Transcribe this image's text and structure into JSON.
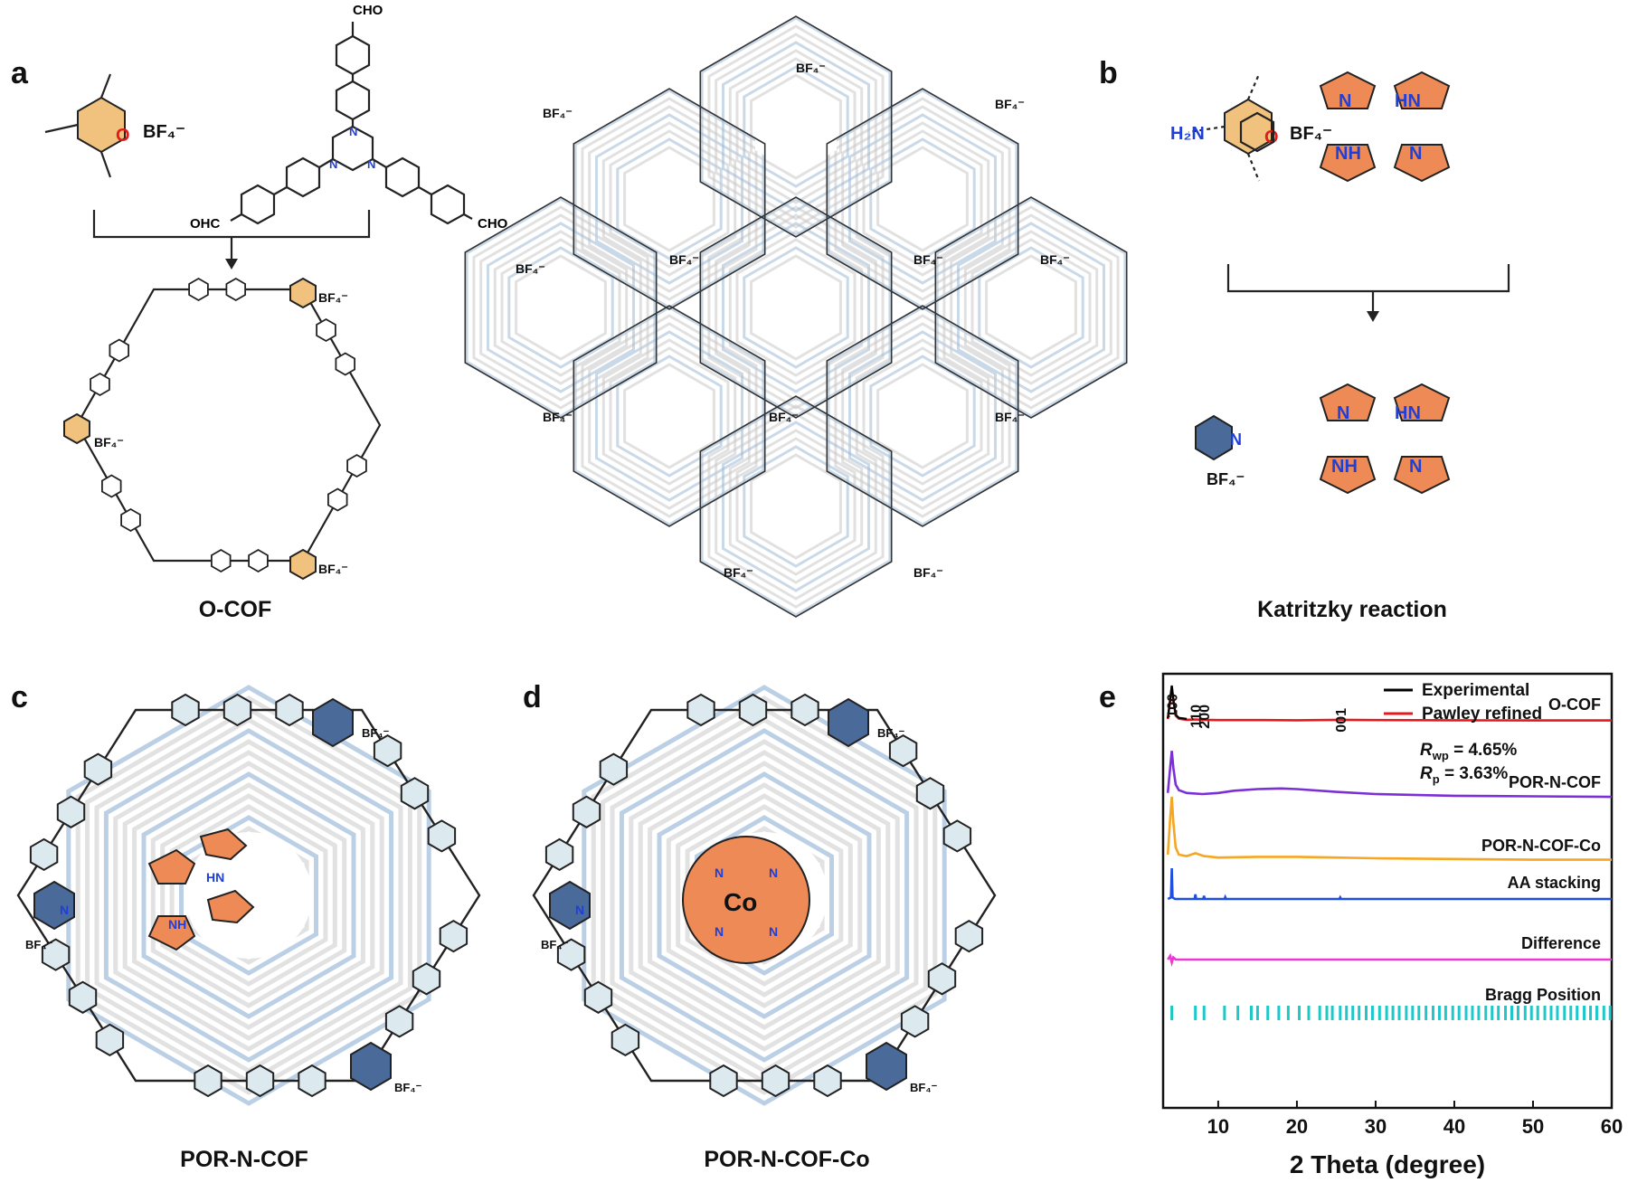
{
  "panels": {
    "a": {
      "letter": "a",
      "caption": "O-COF",
      "labels": {
        "bf4": "BF₄⁻",
        "cho": "CHO",
        "ohc": "OHC",
        "o_plus": "O",
        "n": "N"
      }
    },
    "b": {
      "letter": "b",
      "caption": "Katritzky reaction",
      "labels": {
        "bf4": "BF₄⁻",
        "h2n": "H₂N",
        "n": "N",
        "hn": "HN",
        "nh": "NH"
      }
    },
    "c": {
      "letter": "c",
      "caption": "POR-N-COF",
      "labels": {
        "bf4": "BF₄⁻",
        "hn": "HN",
        "nh": "NH",
        "n": "N"
      }
    },
    "d": {
      "letter": "d",
      "caption": "POR-N-COF-Co",
      "labels": {
        "bf4": "BF₄⁻",
        "co": "Co",
        "n": "N"
      }
    },
    "e": {
      "letter": "e"
    }
  },
  "chart_data": {
    "type": "line",
    "xlabel": "2 Theta (degree)",
    "ylabel": "",
    "xlim": [
      3,
      60
    ],
    "x_ticks": [
      10,
      20,
      30,
      40,
      50,
      60
    ],
    "grid": false,
    "legend": {
      "placement": "top-right",
      "entries": [
        {
          "name": "Experimental",
          "color": "#000000"
        },
        {
          "name": "Pawley refined",
          "color": "#e41a1c"
        }
      ]
    },
    "annotations": {
      "rwp": "R",
      "rwp_sub": "wp",
      "rwp_value": " = 4.65%",
      "rp": "R",
      "rp_sub": "p",
      "rp_value": " = 3.63%",
      "peaks": [
        {
          "label": "100",
          "x": 4.1
        },
        {
          "label": "110",
          "x": 7.1
        },
        {
          "label": "200",
          "x": 8.2
        },
        {
          "label": "001",
          "x": 25.5
        }
      ]
    },
    "series": [
      {
        "name": "O-COF",
        "label": "O-COF",
        "color": "#e41a1c",
        "x": [
          3.6,
          3.9,
          4.1,
          4.3,
          4.6,
          5.0,
          6.0,
          7.1,
          8.2,
          10,
          15,
          20,
          25.5,
          30,
          40,
          50,
          60
        ],
        "y": [
          0.05,
          0.6,
          1.0,
          0.6,
          0.15,
          0.06,
          0.03,
          0.04,
          0.03,
          0.02,
          0.02,
          0.015,
          0.03,
          0.02,
          0.015,
          0.01,
          0.01
        ]
      },
      {
        "name": "POR-N-COF",
        "label": "POR-N-COF",
        "color": "#7b2fd6",
        "x": [
          3.6,
          3.9,
          4.1,
          4.3,
          4.6,
          5.0,
          6.0,
          8,
          10,
          12,
          15,
          18,
          20,
          25,
          30,
          40,
          50,
          60
        ],
        "y": [
          0.1,
          0.55,
          0.85,
          0.55,
          0.25,
          0.15,
          0.1,
          0.08,
          0.1,
          0.14,
          0.17,
          0.18,
          0.17,
          0.12,
          0.08,
          0.05,
          0.04,
          0.03
        ]
      },
      {
        "name": "POR-N-COF-Co",
        "label": "POR-N-COF-Co",
        "color": "#f5a623",
        "x": [
          3.6,
          3.9,
          4.1,
          4.3,
          4.6,
          5.0,
          6.0,
          7.1,
          8.2,
          10,
          15,
          20,
          25,
          30,
          40,
          50,
          60
        ],
        "y": [
          0.1,
          0.6,
          0.9,
          0.55,
          0.2,
          0.1,
          0.08,
          0.12,
          0.08,
          0.06,
          0.07,
          0.07,
          0.06,
          0.05,
          0.04,
          0.03,
          0.03
        ]
      },
      {
        "name": "AA stacking",
        "label": "AA stacking",
        "color": "#1f4fe0",
        "x": [
          3.6,
          4.0,
          4.1,
          4.2,
          4.5,
          7.0,
          7.1,
          7.2,
          8.1,
          8.2,
          8.3,
          10.8,
          10.9,
          11.0,
          25.4,
          25.5,
          25.6,
          60
        ],
        "y": [
          0,
          0.05,
          1.0,
          0.05,
          0,
          0,
          0.15,
          0,
          0,
          0.1,
          0,
          0,
          0.06,
          0,
          0,
          0.05,
          0,
          0
        ]
      },
      {
        "name": "Difference",
        "label": "Difference",
        "color": "#e83ad3",
        "x": [
          3.6,
          3.9,
          4.1,
          4.3,
          4.6,
          6,
          60
        ],
        "y": [
          0,
          0.1,
          -0.08,
          0.06,
          0,
          0,
          0
        ]
      }
    ],
    "bragg": {
      "label": "Bragg Position",
      "color": "#1ec8c8",
      "positions": [
        4.1,
        7.1,
        8.2,
        10.8,
        12.5,
        14.2,
        15.0,
        16.3,
        17.7,
        18.9,
        20.3,
        21.5,
        22.9,
        23.8,
        24.5,
        25.5,
        26.3,
        27.1,
        27.9,
        28.8,
        29.6,
        30.5,
        31.4,
        32.2,
        33.0,
        33.9,
        34.7,
        35.5,
        36.4,
        37.3,
        38.1,
        38.9,
        39.8,
        40.6,
        41.5,
        42.3,
        43.1,
        44.0,
        44.8,
        45.6,
        46.5,
        47.3,
        48.1,
        49.0,
        49.8,
        50.6,
        51.5,
        52.3,
        53.1,
        54.0,
        54.8,
        55.6,
        56.5,
        57.3,
        58.1,
        59.0,
        59.8
      ]
    }
  }
}
